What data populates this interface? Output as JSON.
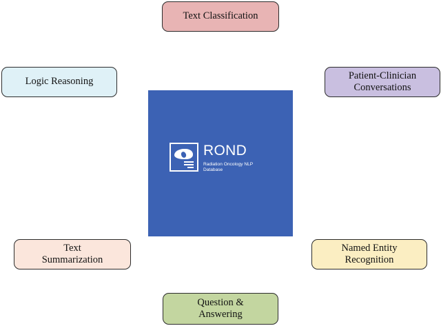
{
  "diagram": {
    "center": {
      "panel_color": "#3c62b4",
      "logo_icon": "rond-liver-document-icon",
      "logo_title": "ROND",
      "logo_subtitle": "Radiation Oncology NLP\nDatabase"
    },
    "nodes": [
      {
        "id": "text-classification",
        "label": "Text Classification",
        "color": "#e8b4b4"
      },
      {
        "id": "logic-reasoning",
        "label": "Logic Reasoning",
        "color": "#dff1f7"
      },
      {
        "id": "patient-clinician",
        "label": "Patient-Clinician\nConversations",
        "color": "#c9bfe0"
      },
      {
        "id": "text-summarization",
        "label": "Text\nSummarization",
        "color": "#fbe6dc"
      },
      {
        "id": "named-entity",
        "label": "Named Entity\nRecognition",
        "color": "#fbeec2"
      },
      {
        "id": "question-answering",
        "label": "Question &\nAnswering",
        "color": "#c3d6a0"
      }
    ]
  }
}
